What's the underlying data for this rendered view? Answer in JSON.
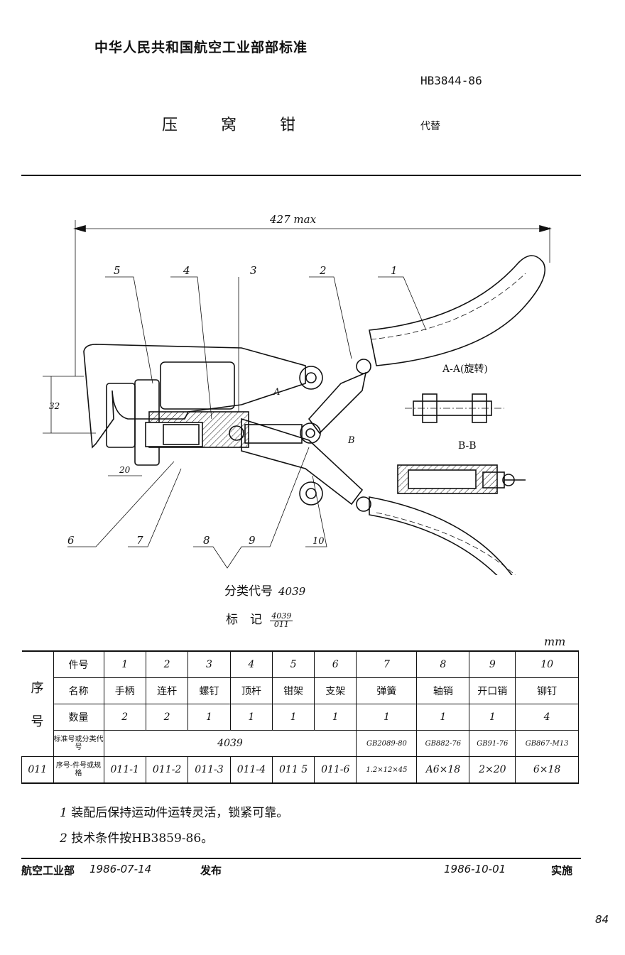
{
  "header": {
    "organization": "中华人民共和国航空工业部部标准",
    "standard_code": "HB3844-86",
    "title_chars": [
      "压",
      "窝",
      "钳"
    ],
    "replaces_label": "代替"
  },
  "drawing": {
    "overall_length": "427 max",
    "dim_height": "32",
    "dim_width": "20",
    "section_a_label": "A-A(旋转)",
    "section_b_label": "B-B",
    "cut_a": "A",
    "cut_b": "B",
    "callouts": [
      "1",
      "2",
      "3",
      "4",
      "5",
      "6",
      "7",
      "8",
      "9",
      "10"
    ]
  },
  "classification": {
    "label": "分类代号",
    "value": "4039"
  },
  "marking": {
    "label": "标　记",
    "numerator": "4039",
    "denominator": "011"
  },
  "unit": "mm",
  "table": {
    "seq_header": [
      "序",
      "号"
    ],
    "row_labels": {
      "part_no": "件号",
      "name": "名称",
      "qty": "数量",
      "std": "标准号或分类代号",
      "spec": "序号-件号或规格"
    },
    "part_numbers": [
      "1",
      "2",
      "3",
      "4",
      "5",
      "6",
      "7",
      "8",
      "9",
      "10"
    ],
    "names": [
      "手柄",
      "连杆",
      "螺钉",
      "顶杆",
      "钳架",
      "支架",
      "弹簧",
      "轴销",
      "开口销",
      "铆钉"
    ],
    "quantities": [
      "2",
      "2",
      "1",
      "1",
      "1",
      "1",
      "1",
      "1",
      "1",
      "4"
    ],
    "std_common": "4039",
    "std_specific": [
      "GB2089-80",
      "GB882-76",
      "GB91-76",
      "GB867-M13"
    ],
    "seq_value": "011",
    "specs": [
      "011-1",
      "011-2",
      "011-3",
      "011-4",
      "011 5",
      "011-6",
      "1.2×12×45",
      "A6×18",
      "2×20",
      "6×18"
    ]
  },
  "notes": [
    {
      "num": "1",
      "text": "装配后保持运动件运转灵活，锁紧可靠。"
    },
    {
      "num": "2",
      "text": "技术条件按HB3859-86。"
    }
  ],
  "footer": {
    "issuer": "航空工业部",
    "issue_date": "1986-07-14",
    "issued": "发布",
    "effective_date": "1986-10-01",
    "effective": "实施"
  },
  "page_number": "84"
}
